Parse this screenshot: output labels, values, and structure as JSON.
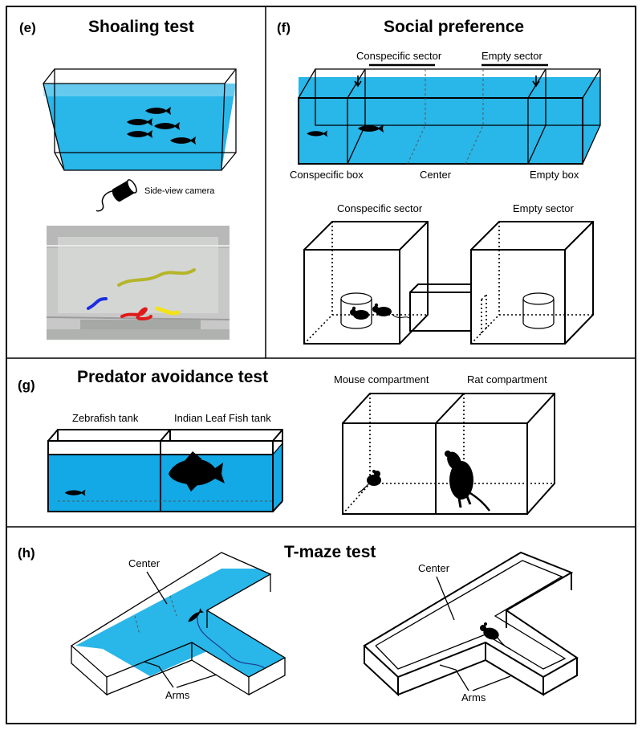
{
  "panels": {
    "e": {
      "label": "(e)",
      "title": "Shoaling test",
      "camera_label": "Side-view camera"
    },
    "f": {
      "label": "(f)",
      "title": "Social preference",
      "fish_sector_left": "Conspecific sector",
      "fish_sector_right": "Empty sector",
      "box_left": "Conspecific box",
      "box_center": "Center",
      "box_right": "Empty box",
      "rodent_sector_left": "Conspecific sector",
      "rodent_sector_right": "Empty sector"
    },
    "g": {
      "label": "(g)",
      "title": "Predator avoidance test",
      "tank_left": "Zebrafish tank",
      "tank_right": "Indian Leaf Fish tank",
      "comp_left": "Mouse compartment",
      "comp_right": "Rat compartment"
    },
    "h": {
      "label": "(h)",
      "title": "T-maze test",
      "fish_center": "Center",
      "fish_arms": "Arms",
      "rodent_center": "Center",
      "rodent_arms": "Arms"
    }
  },
  "colors": {
    "water": "#29b6e8",
    "water_dark": "#12a9e6",
    "track_yellow_green": "#b5b52a",
    "track_blue": "#1a2ee0",
    "track_red": "#e01a1a",
    "track_yellow": "#f2e21a"
  }
}
